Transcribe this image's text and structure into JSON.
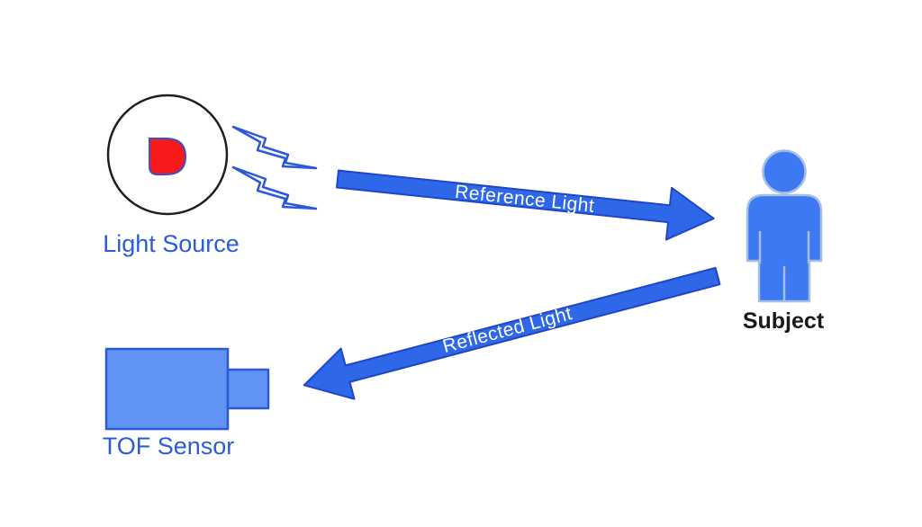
{
  "diagram": {
    "background": "#FFFFFF",
    "light_source": {
      "label": "Light Source",
      "icon": "led-in-circle-icon",
      "ray_icon": "lightning-bolt-icon",
      "ray_count": 2
    },
    "arrows": [
      {
        "id": "reference",
        "label": "Reference Light",
        "from": "light-source",
        "to": "subject"
      },
      {
        "id": "reflected",
        "label": "Reflected Light",
        "from": "subject",
        "to": "tof-sensor"
      }
    ],
    "subject": {
      "label": "Subject",
      "icon": "person-icon"
    },
    "tof_sensor": {
      "label": "TOF Sensor",
      "icon": "camera-icon"
    },
    "colors": {
      "background": "#FFFFFF",
      "arrow_fill": "#2E68E8",
      "arrow_outline": "#1E46C8",
      "arrow_text": "#FFFFFF",
      "diagram_blue_text": "#2B5CD9",
      "subject_text": "#1A1A1A",
      "led_red": "#F71A1A",
      "led_outline": "#3A50C8",
      "ray_outline": "#2B59D8",
      "person_fill": "#3D79F3",
      "person_outline": "#A6BEE4",
      "camera_fill": "#6193F5",
      "camera_outline": "#2B59D8",
      "circle_outline": "#1F1F1F"
    }
  }
}
